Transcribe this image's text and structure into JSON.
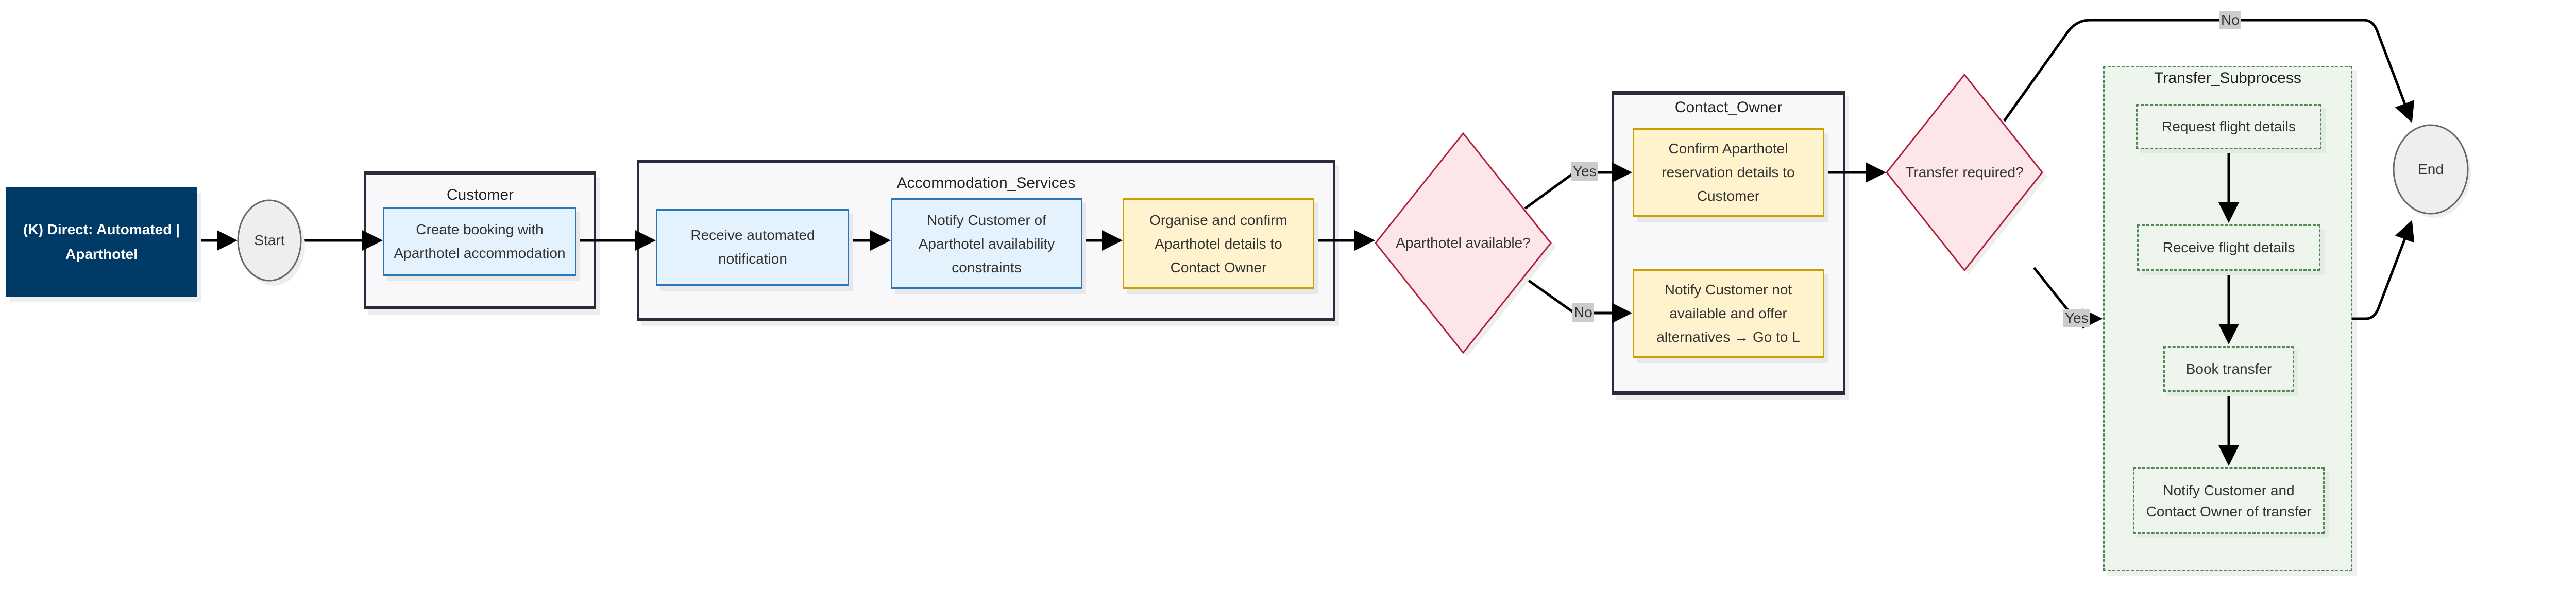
{
  "title_box": {
    "label": "(K) Direct: Automated | Aparthotel",
    "color": "#003a66"
  },
  "start": {
    "label": "Start"
  },
  "end": {
    "label": "End"
  },
  "clusters": {
    "customer": {
      "title": "Customer"
    },
    "accommodation": {
      "title": "Accommodation_Services"
    },
    "contact_owner": {
      "title": "Contact_Owner"
    },
    "transfer": {
      "title": "Transfer_Subprocess"
    }
  },
  "nodes": {
    "create_booking": "Create booking with Aparthotel accommodation",
    "receive_notification": "Receive automated notification",
    "notify_constraints": "Notify Customer of Aparthotel availability constraints",
    "organise_confirm": "Organise and confirm Aparthotel details to Contact Owner",
    "confirm_reservation": "Confirm Aparthotel reservation details to Customer",
    "notify_not_available": "Notify Customer not available and offer alternatives → Go to L",
    "request_flight": "Request flight details",
    "receive_flight": "Receive flight details",
    "book_transfer": "Book transfer",
    "notify_transfer": "Notify Customer and Contact Owner of transfer"
  },
  "decisions": {
    "aparthotel_available": "Aparthotel available?",
    "transfer_required": "Transfer required?"
  },
  "edge_labels": {
    "avail_yes": "Yes",
    "avail_no": "No",
    "transfer_yes": "Yes",
    "transfer_no": "No"
  },
  "colors": {
    "task_blue": "#e3f2fd",
    "task_yellow": "#fff3cd",
    "decision": "#fde6e9",
    "subprocess": "#eef5ec"
  }
}
